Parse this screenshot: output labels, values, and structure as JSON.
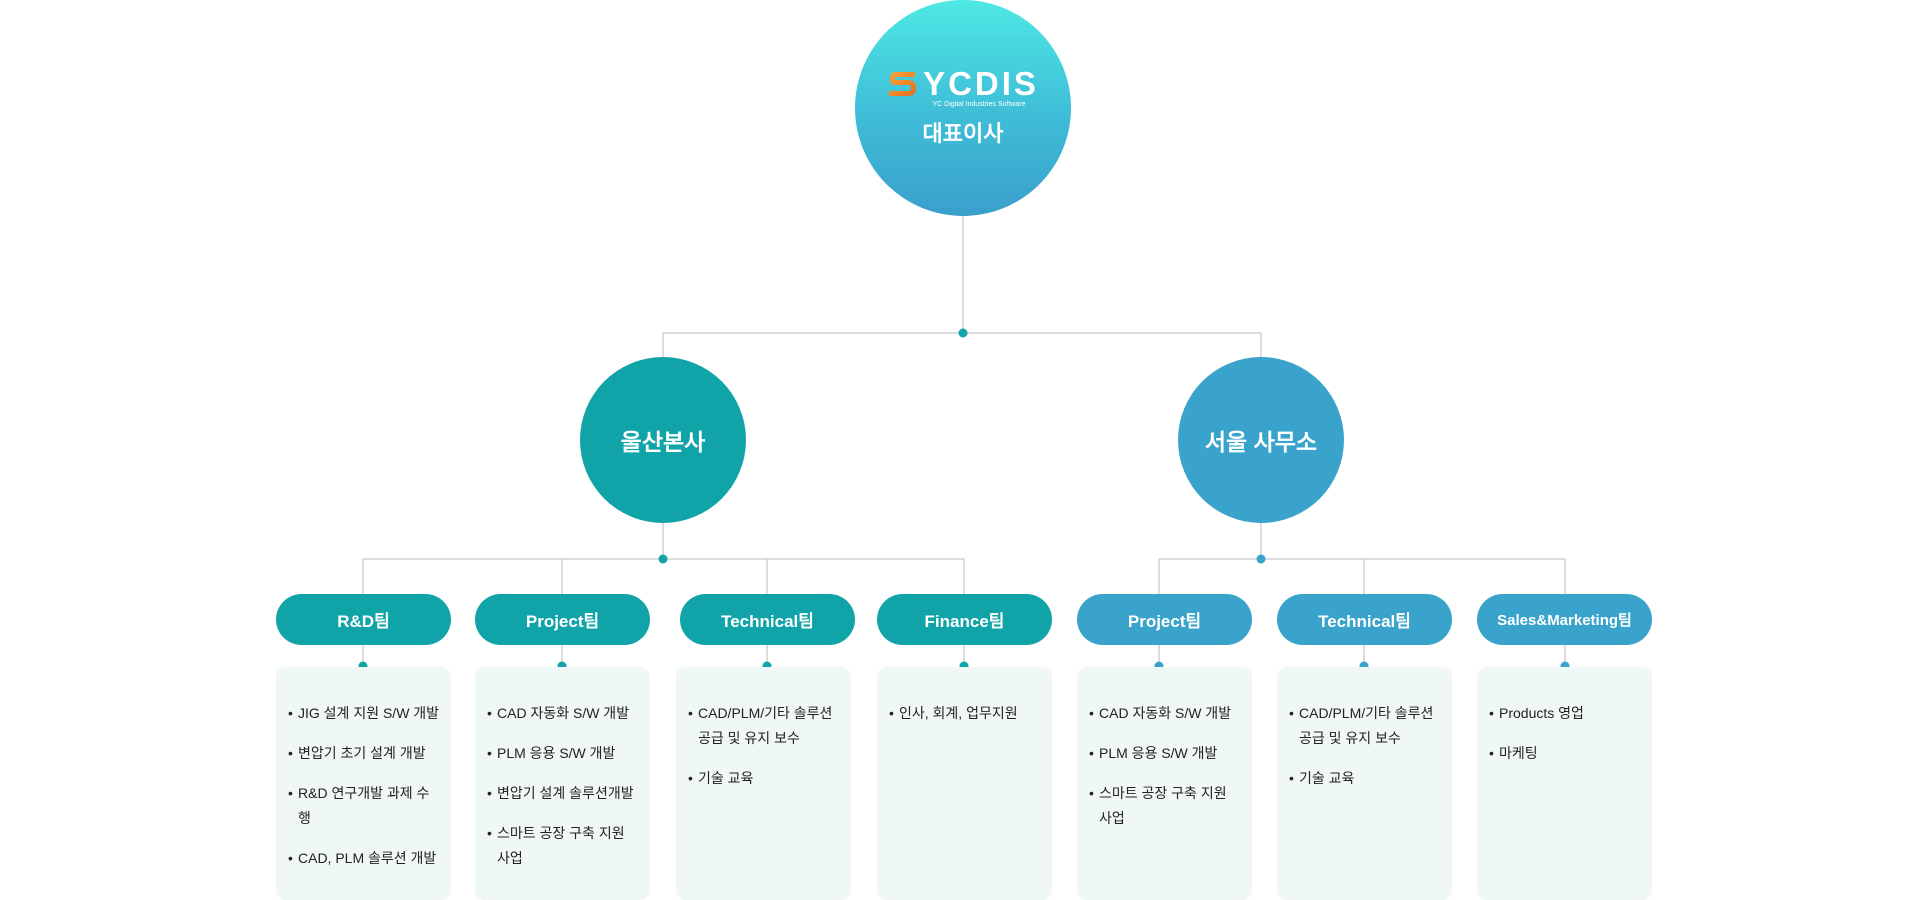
{
  "brand": {
    "logo_text": "YCDIS",
    "logo_subtitle": "YC Digital Industries Software"
  },
  "ceo": {
    "label": "대표이사"
  },
  "offices": [
    {
      "name": "울산본사",
      "color": "#10a4a8",
      "teams": [
        {
          "name": "R&D팀",
          "items": [
            "JIG 설계 지원 S/W 개발",
            "변압기 초기 설계 개발",
            "R&D 연구개발 과제 수행",
            "CAD, PLM 솔루션 개발"
          ]
        },
        {
          "name": "Project팀",
          "items": [
            "CAD 자동화 S/W 개발",
            "PLM 응용 S/W 개발",
            "변압기 설계 솔루션개발",
            "스마트 공장 구축 지원 사업"
          ]
        },
        {
          "name": "Technical팀",
          "items": [
            "CAD/PLM/기타 솔루션 공급 및 유지 보수",
            "기술 교육"
          ]
        },
        {
          "name": "Finance팀",
          "items": [
            "인사, 회계, 업무지원"
          ]
        }
      ]
    },
    {
      "name": "서울 사무소",
      "color": "#3aa3cc",
      "teams": [
        {
          "name": "Project팀",
          "items": [
            "CAD 자동화 S/W 개발",
            "PLM 응용 S/W 개발",
            "스마트 공장 구축 지원 사업"
          ]
        },
        {
          "name": "Technical팀",
          "items": [
            "CAD/PLM/기타 솔루션 공급 및 유지 보수",
            "기술 교육"
          ]
        },
        {
          "name": "Sales&Marketing팀",
          "items": [
            "Products 영업",
            "마케팅"
          ]
        }
      ]
    }
  ],
  "colors": {
    "line": "#bbbbbb",
    "teal": "#10a4a8",
    "blue": "#3aa3cc",
    "logo_orange": "#f08a24"
  }
}
